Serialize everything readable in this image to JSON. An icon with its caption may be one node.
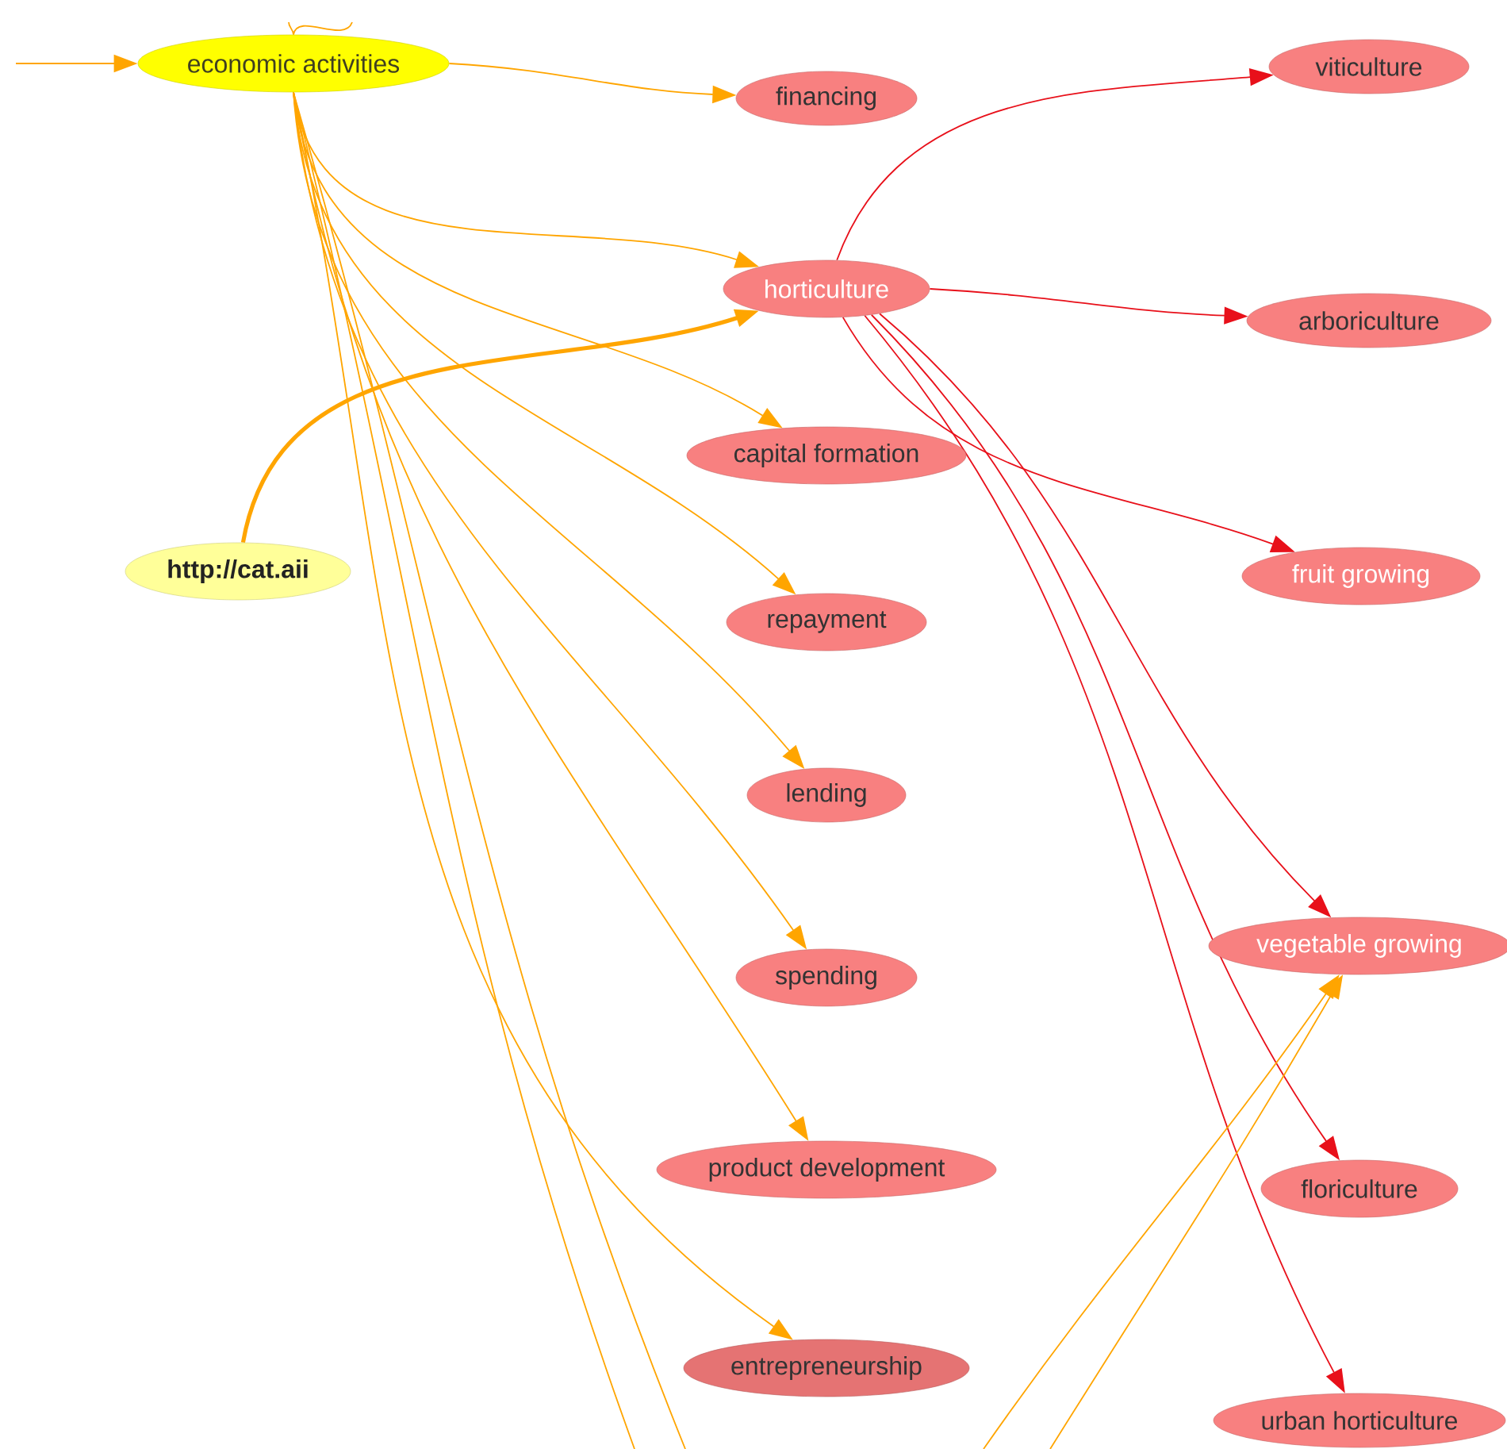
{
  "diagram": {
    "nodes": [
      {
        "text": [
          "economic activities"
        ]
      },
      {
        "text": [
          "financing"
        ]
      },
      {
        "text": [
          "http://cat.aii"
        ]
      },
      {
        "text": [
          "viticulture"
        ]
      },
      {
        "text": [
          "horticulture"
        ]
      },
      {
        "text": [
          "arboriculture"
        ]
      },
      {
        "text": [
          "capital formation"
        ]
      },
      {
        "text": [
          "fruit growing"
        ]
      },
      {
        "text": [
          "repayment"
        ]
      },
      {
        "text": [
          "lending"
        ]
      },
      {
        "text": [
          "vegetable growing"
        ]
      },
      {
        "text": [
          "spending"
        ]
      },
      {
        "text": [
          "product development"
        ]
      },
      {
        "text": [
          "floriculture"
        ]
      },
      {
        "text": [
          "entrepreneurship"
        ]
      },
      {
        "text": [
          "urban horticulture"
        ]
      }
    ],
    "edges": [
      {
        "from": null,
        "to": 0,
        "arrow": "to"
      },
      {
        "from": 0,
        "to": null,
        "arrow": "none"
      },
      {
        "from": 0,
        "to": null,
        "arrow": "none"
      },
      {
        "from": 0,
        "to": 1,
        "arrow": "to"
      },
      {
        "from": 0,
        "to": 4,
        "arrow": "to"
      },
      {
        "from": 0,
        "to": 6,
        "arrow": "to"
      },
      {
        "from": 0,
        "to": 8,
        "arrow": "to"
      },
      {
        "from": 0,
        "to": 9,
        "arrow": "to"
      },
      {
        "from": 0,
        "to": 11,
        "arrow": "to"
      },
      {
        "from": 0,
        "to": 12,
        "arrow": "to"
      },
      {
        "from": 0,
        "to": 14,
        "arrow": "to"
      },
      {
        "from": 0,
        "to": null,
        "arrow": "none"
      },
      {
        "from": 0,
        "to": null,
        "arrow": "none"
      },
      {
        "from": 2,
        "to": 4,
        "arrow": "to",
        "style": "thick"
      },
      {
        "from": 4,
        "to": 3,
        "arrow": "to",
        "color": "#e8101a"
      },
      {
        "from": 4,
        "to": 5,
        "arrow": "to",
        "color": "#e8101a"
      },
      {
        "from": 4,
        "to": 7,
        "arrow": "to",
        "color": "#e8101a"
      },
      {
        "from": 4,
        "to": 10,
        "arrow": "to",
        "color": "#e8101a"
      },
      {
        "from": 4,
        "to": 13,
        "arrow": "to",
        "color": "#e8101a"
      },
      {
        "from": 4,
        "to": 15,
        "arrow": "to",
        "color": "#e8101a"
      },
      {
        "from": null,
        "to": 10,
        "arrow": "to"
      },
      {
        "from": null,
        "to": 10,
        "arrow": "to"
      }
    ]
  }
}
